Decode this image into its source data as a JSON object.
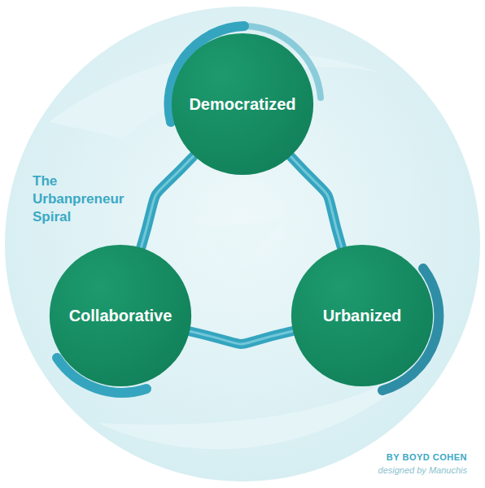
{
  "diagram": {
    "title": "The Urbanpreneur Spiral",
    "nodes": [
      {
        "text": [
          "Democratized"
        ]
      },
      {
        "text": [
          "Collaborative"
        ]
      },
      {
        "text": [
          "Urbanized"
        ]
      }
    ],
    "edges": [
      {
        "from": 0,
        "to": 1,
        "arrow": "none"
      },
      {
        "from": 1,
        "to": 2,
        "arrow": "none"
      },
      {
        "from": 2,
        "to": 0,
        "arrow": "none"
      }
    ],
    "labels": [
      "BY BOYD COHEN",
      "designed by Manuchis"
    ]
  }
}
